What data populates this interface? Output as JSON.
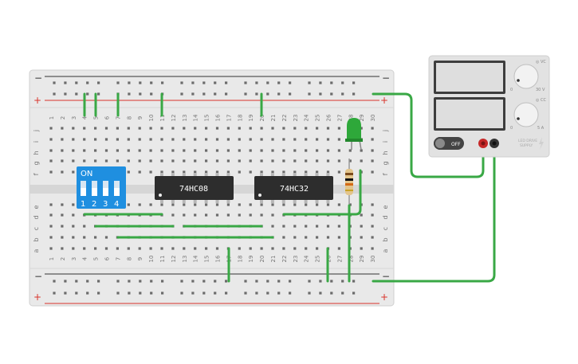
{
  "breadboard": {
    "columns": [
      "1",
      "2",
      "3",
      "4",
      "5",
      "6",
      "7",
      "8",
      "9",
      "10",
      "11",
      "12",
      "13",
      "14",
      "15",
      "16",
      "17",
      "18",
      "19",
      "20",
      "21",
      "22",
      "23",
      "24",
      "25",
      "26",
      "27",
      "28",
      "29",
      "30"
    ],
    "rows_top": [
      "j",
      "i",
      "h",
      "g",
      "f"
    ],
    "rows_bottom": [
      "e",
      "d",
      "c",
      "b",
      "a"
    ],
    "rail_minus": "−",
    "rail_plus": "+"
  },
  "dip_switch": {
    "on_label": "ON",
    "numbers": [
      "1",
      "2",
      "3",
      "4"
    ]
  },
  "chips": {
    "left_label": "74HC08",
    "right_label": "74HC32"
  },
  "power_supply": {
    "off_label": "OFF",
    "voltage_scale_min": "0",
    "voltage_scale_max": "30 V",
    "current_scale_min": "0",
    "current_scale_max": "5 A",
    "vc_label": "◎ VC",
    "cc_label": "◎ CC",
    "brand_line1": "LED DRIVE",
    "brand_line2": "SUPPLY"
  },
  "colors": {
    "wire": "#39a845",
    "board": "#e9e9e9",
    "rail_red": "#d9342b",
    "dip_blue": "#1f8fe0",
    "chip_body": "#2d2d2d",
    "led_green": "#2ea83a"
  }
}
